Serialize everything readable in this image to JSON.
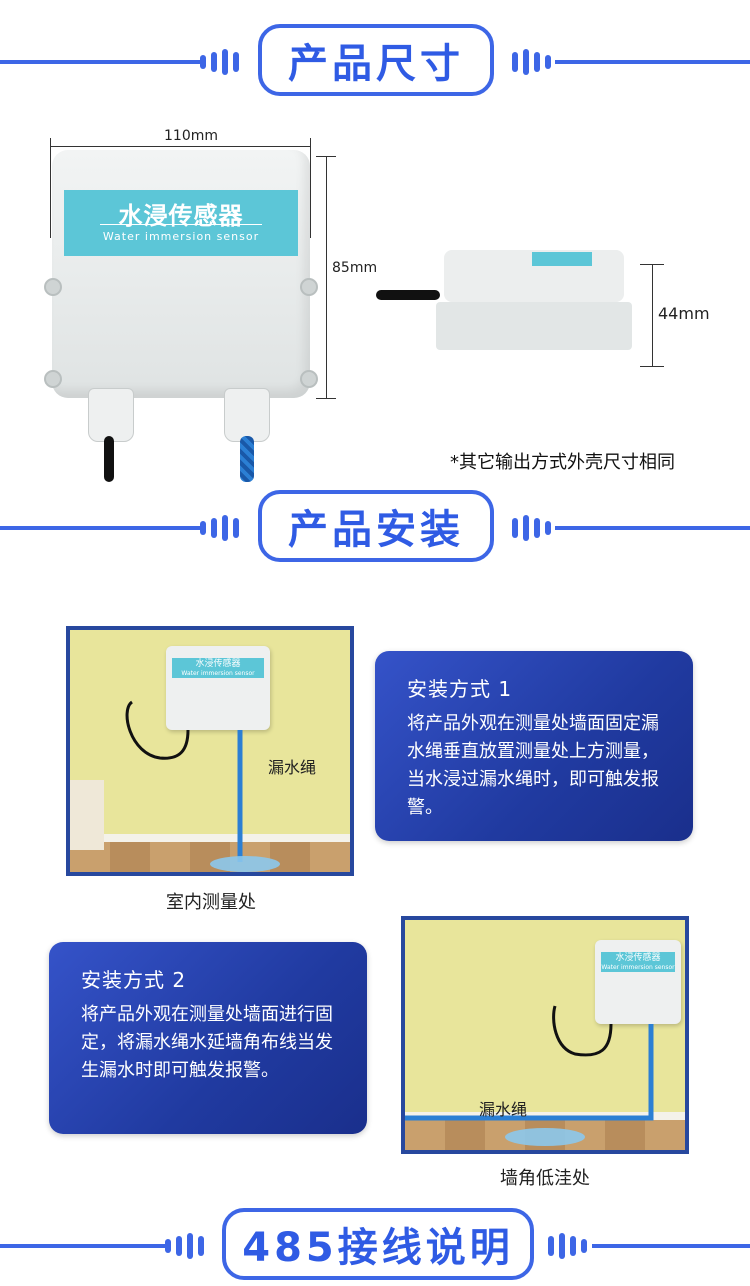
{
  "sections": {
    "size_title": "产品尺寸",
    "install_title": "产品安装",
    "wiring_title": "485接线说明"
  },
  "size": {
    "width_label": "110mm",
    "height_label": "85mm",
    "depth_label": "44mm",
    "device_label_cn": "水浸传感器",
    "device_label_en": "Water immersion sensor",
    "note": "*其它输出方式外壳尺寸相同"
  },
  "install": {
    "method1": {
      "title": "安装方式 1",
      "text": "将产品外观在测量处墙面固定漏水绳垂直放置测量处上方测量，当水浸过漏水绳时，即可触发报警。",
      "photo_label": "漏水绳",
      "device_cn": "水浸传感器",
      "device_en": "Water immersion sensor",
      "caption": "室内测量处"
    },
    "method2": {
      "title": "安装方式 2",
      "text": "将产品外观在测量处墙面进行固定，将漏水绳水延墙角布线当发生漏水时即可触发报警。",
      "photo_label": "漏水绳",
      "device_cn": "水浸传感器",
      "device_en": "Water immersion sensor",
      "caption": "墙角低洼处"
    }
  },
  "colors": {
    "accent": "#3d66e6",
    "card_start": "#3553c9",
    "card_end": "#1a2f8c",
    "label_cyan": "#5cc6d7"
  }
}
